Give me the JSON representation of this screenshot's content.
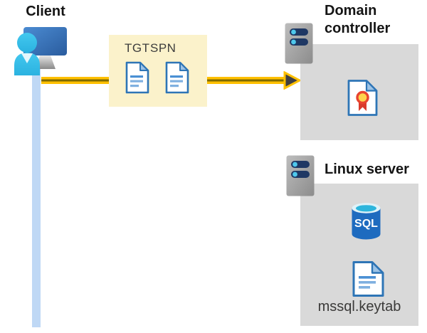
{
  "diagram": {
    "client": {
      "label": "Client"
    },
    "tickets": {
      "tgt_label": "TGT",
      "spn_label": "SPN"
    },
    "domain_controller": {
      "label": "Domain controller"
    },
    "linux_server": {
      "label": "Linux server"
    },
    "sql_database": {
      "label": "SQL"
    },
    "keytab_file": {
      "label": "mssql.keytab"
    }
  },
  "icons": {
    "client": "user-workstation-icon",
    "tgt": "document-icon",
    "spn": "document-icon",
    "domain_controller": "server-icon",
    "certificate": "certificate-icon",
    "linux_server": "server-icon",
    "sql": "sql-database-icon",
    "keytab": "document-icon"
  },
  "colors": {
    "arrow_yellow": "#FFC000",
    "arrow_core": "#7F6A00",
    "arrowhead_fill": "#3F3F42",
    "ticket_box_bg": "#FBF2CB",
    "server_box_bg": "#D9D9D9",
    "client_line_blue": "#BFD8F5",
    "document_border_blue": "#2E75B6",
    "document_line_blue": "#5B9BD5",
    "sql_body_blue": "#1E6BBF",
    "sql_rim_cyan": "#2CB5DC",
    "person_cyan": "#31BCE8",
    "monitor_blue": "#3A78BE",
    "server_bar_navy": "#1F3864",
    "seal_yellow": "#FFD34D",
    "seal_red": "#D93A2B"
  }
}
